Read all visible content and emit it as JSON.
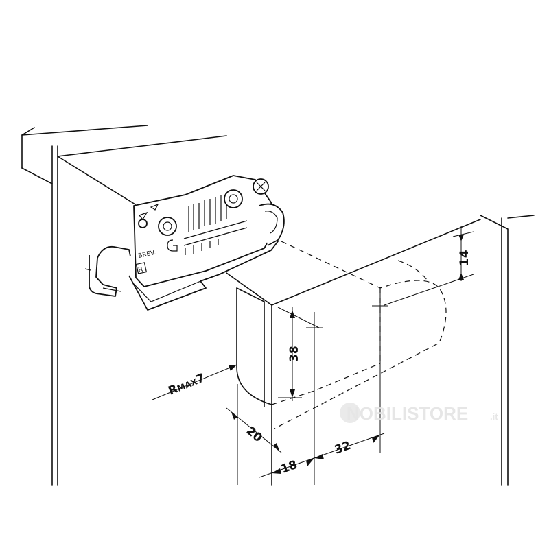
{
  "dimensions": {
    "height_slot": "38",
    "depth_top": "14",
    "radius_label_r": "R",
    "radius_label_max": "MAX",
    "radius_label_value": "7",
    "side_offset": "20",
    "panel_thickness": "18",
    "hole_spacing": "32"
  },
  "part_markings": {
    "brev": "BREV.",
    "letter_r": "R"
  },
  "watermark": {
    "text": "NOBILISTORE",
    "suffix": ".it"
  }
}
